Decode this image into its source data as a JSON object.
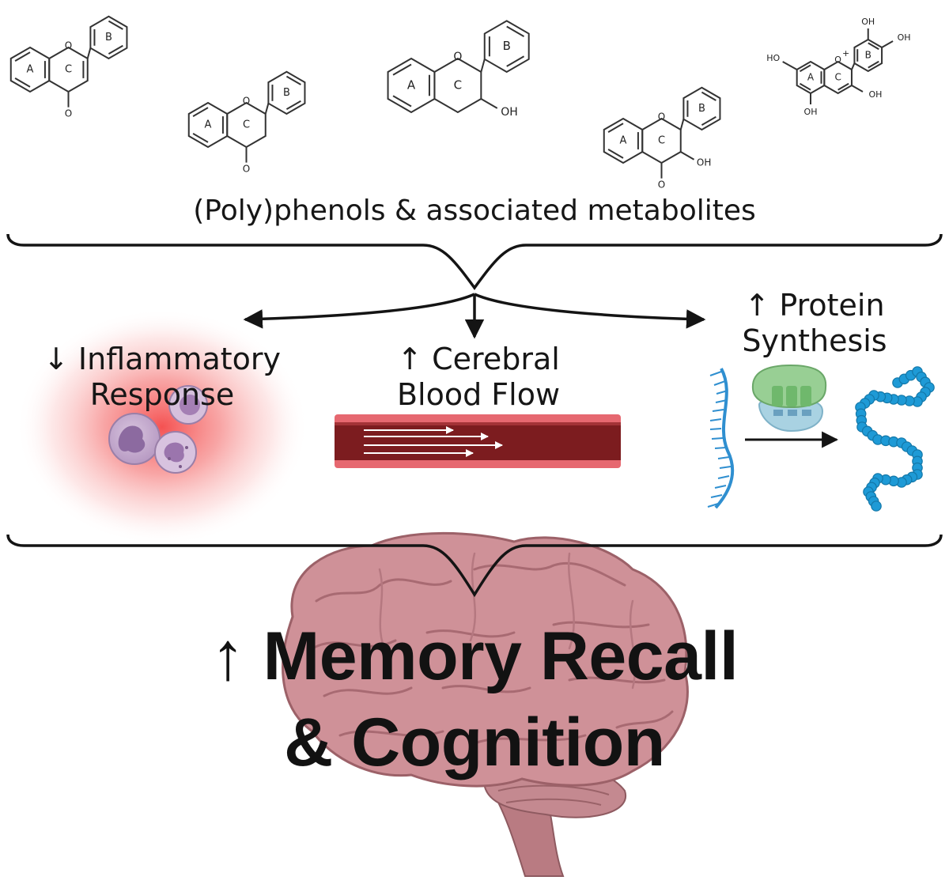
{
  "heading": "(Poly)phenols & associated metabolites",
  "effects": {
    "inflammatory": {
      "arrow": "↓",
      "line1": "Inflammatory",
      "line2": "Response"
    },
    "blood_flow": {
      "arrow": "↑",
      "line1": "Cerebral",
      "line2": "Blood Flow"
    },
    "protein": {
      "arrow": "↑",
      "line1": "Protein",
      "line2": "Synthesis"
    }
  },
  "outcome": {
    "arrow": "↑",
    "line1": "Memory Recall",
    "line2": "& Cognition"
  },
  "structures": {
    "flavone": {
      "ring_a": "A",
      "ring_b": "B",
      "ring_c": "C",
      "o": "O",
      "keto": "O"
    },
    "flavanone": {
      "ring_a": "A",
      "ring_b": "B",
      "ring_c": "C",
      "o": "O",
      "keto": "O"
    },
    "flavan3ol": {
      "ring_a": "A",
      "ring_b": "B",
      "ring_c": "C",
      "o": "O",
      "oh": "OH"
    },
    "flavonol": {
      "ring_a": "A",
      "ring_b": "B",
      "ring_c": "C",
      "o": "O",
      "keto": "O",
      "oh": "OH"
    },
    "anthocyanidin": {
      "ring_a": "A",
      "ring_b": "B",
      "ring_c": "C",
      "o": "O",
      "charge": "+",
      "ho7": "HO",
      "oh5": "OH",
      "oh3": "OH",
      "oh3p": "OH",
      "oh4p": "OH"
    }
  },
  "colors": {
    "ink": "#141414",
    "brain": "#c98a90",
    "brain_dark": "#a8646c",
    "inflammation_glow": "#f24a4a",
    "vessel_outer": "#e4636b",
    "vessel_inner": "#7a1a1c",
    "mrna": "#2f8fd0",
    "protein_bead": "#1e9ad6",
    "ribosome_large": "#7cc47c",
    "ribosome_small": "#8fc3d8"
  }
}
